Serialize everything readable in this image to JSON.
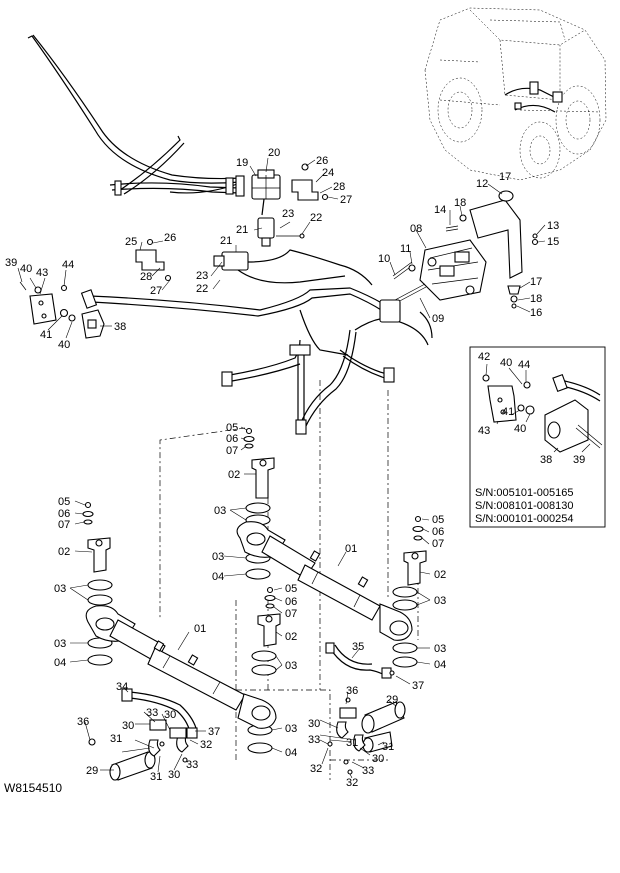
{
  "figure_code": "W8154510",
  "serial_numbers": [
    "S/N:005101-005165",
    "S/N:008101-008130",
    "S/N:000101-000254"
  ],
  "callouts": {
    "c01a": "01",
    "c01b": "01",
    "c02a": "02",
    "c02b": "02",
    "c02c": "02",
    "c02d": "02",
    "c03a": "03",
    "c03b": "03",
    "c03c": "03",
    "c03d": "03",
    "c03e": "03",
    "c03f": "03",
    "c03g": "03",
    "c03h": "03",
    "c04a": "04",
    "c04b": "04",
    "c04c": "04",
    "c04d": "04",
    "c05a": "05",
    "c05b": "05",
    "c05c": "05",
    "c05d": "05",
    "c06a": "06",
    "c06b": "06",
    "c06c": "06",
    "c06d": "06",
    "c07a": "07",
    "c07b": "07",
    "c07c": "07",
    "c07d": "07",
    "c08": "08",
    "c09": "09",
    "c10": "10",
    "c11": "11",
    "c12": "12",
    "c13": "13",
    "c14": "14",
    "c15": "15",
    "c16": "16",
    "c17a": "17",
    "c17b": "17",
    "c18a": "18",
    "c18b": "18",
    "c19": "19",
    "c20": "20",
    "c21a": "21",
    "c21b": "21",
    "c22a": "22",
    "c22b": "22",
    "c23a": "23",
    "c23b": "23",
    "c24": "24",
    "c25": "25",
    "c26a": "26",
    "c26b": "26",
    "c27a": "27",
    "c27b": "27",
    "c28a": "28",
    "c28b": "28",
    "c29a": "29",
    "c29b": "29",
    "c30a": "30",
    "c30b": "30",
    "c30c": "30",
    "c30d": "30",
    "c31a": "31",
    "c31b": "31",
    "c31c": "31",
    "c31d": "31",
    "c32a": "32",
    "c32b": "32",
    "c32c": "32",
    "c33a": "33",
    "c33b": "33",
    "c33c": "33",
    "c33d": "33",
    "c34": "34",
    "c35": "35",
    "c36a": "36",
    "c36b": "36",
    "c37a": "37",
    "c37b": "37",
    "c38a": "38",
    "c38b": "38",
    "c39a": "39",
    "c39b": "39",
    "c40a": "40",
    "c40b": "40",
    "c40c": "40",
    "c40d": "40",
    "c41a": "41",
    "c41b": "41",
    "c42": "42",
    "c43a": "43",
    "c43b": "43",
    "c44a": "44",
    "c44b": "44"
  }
}
